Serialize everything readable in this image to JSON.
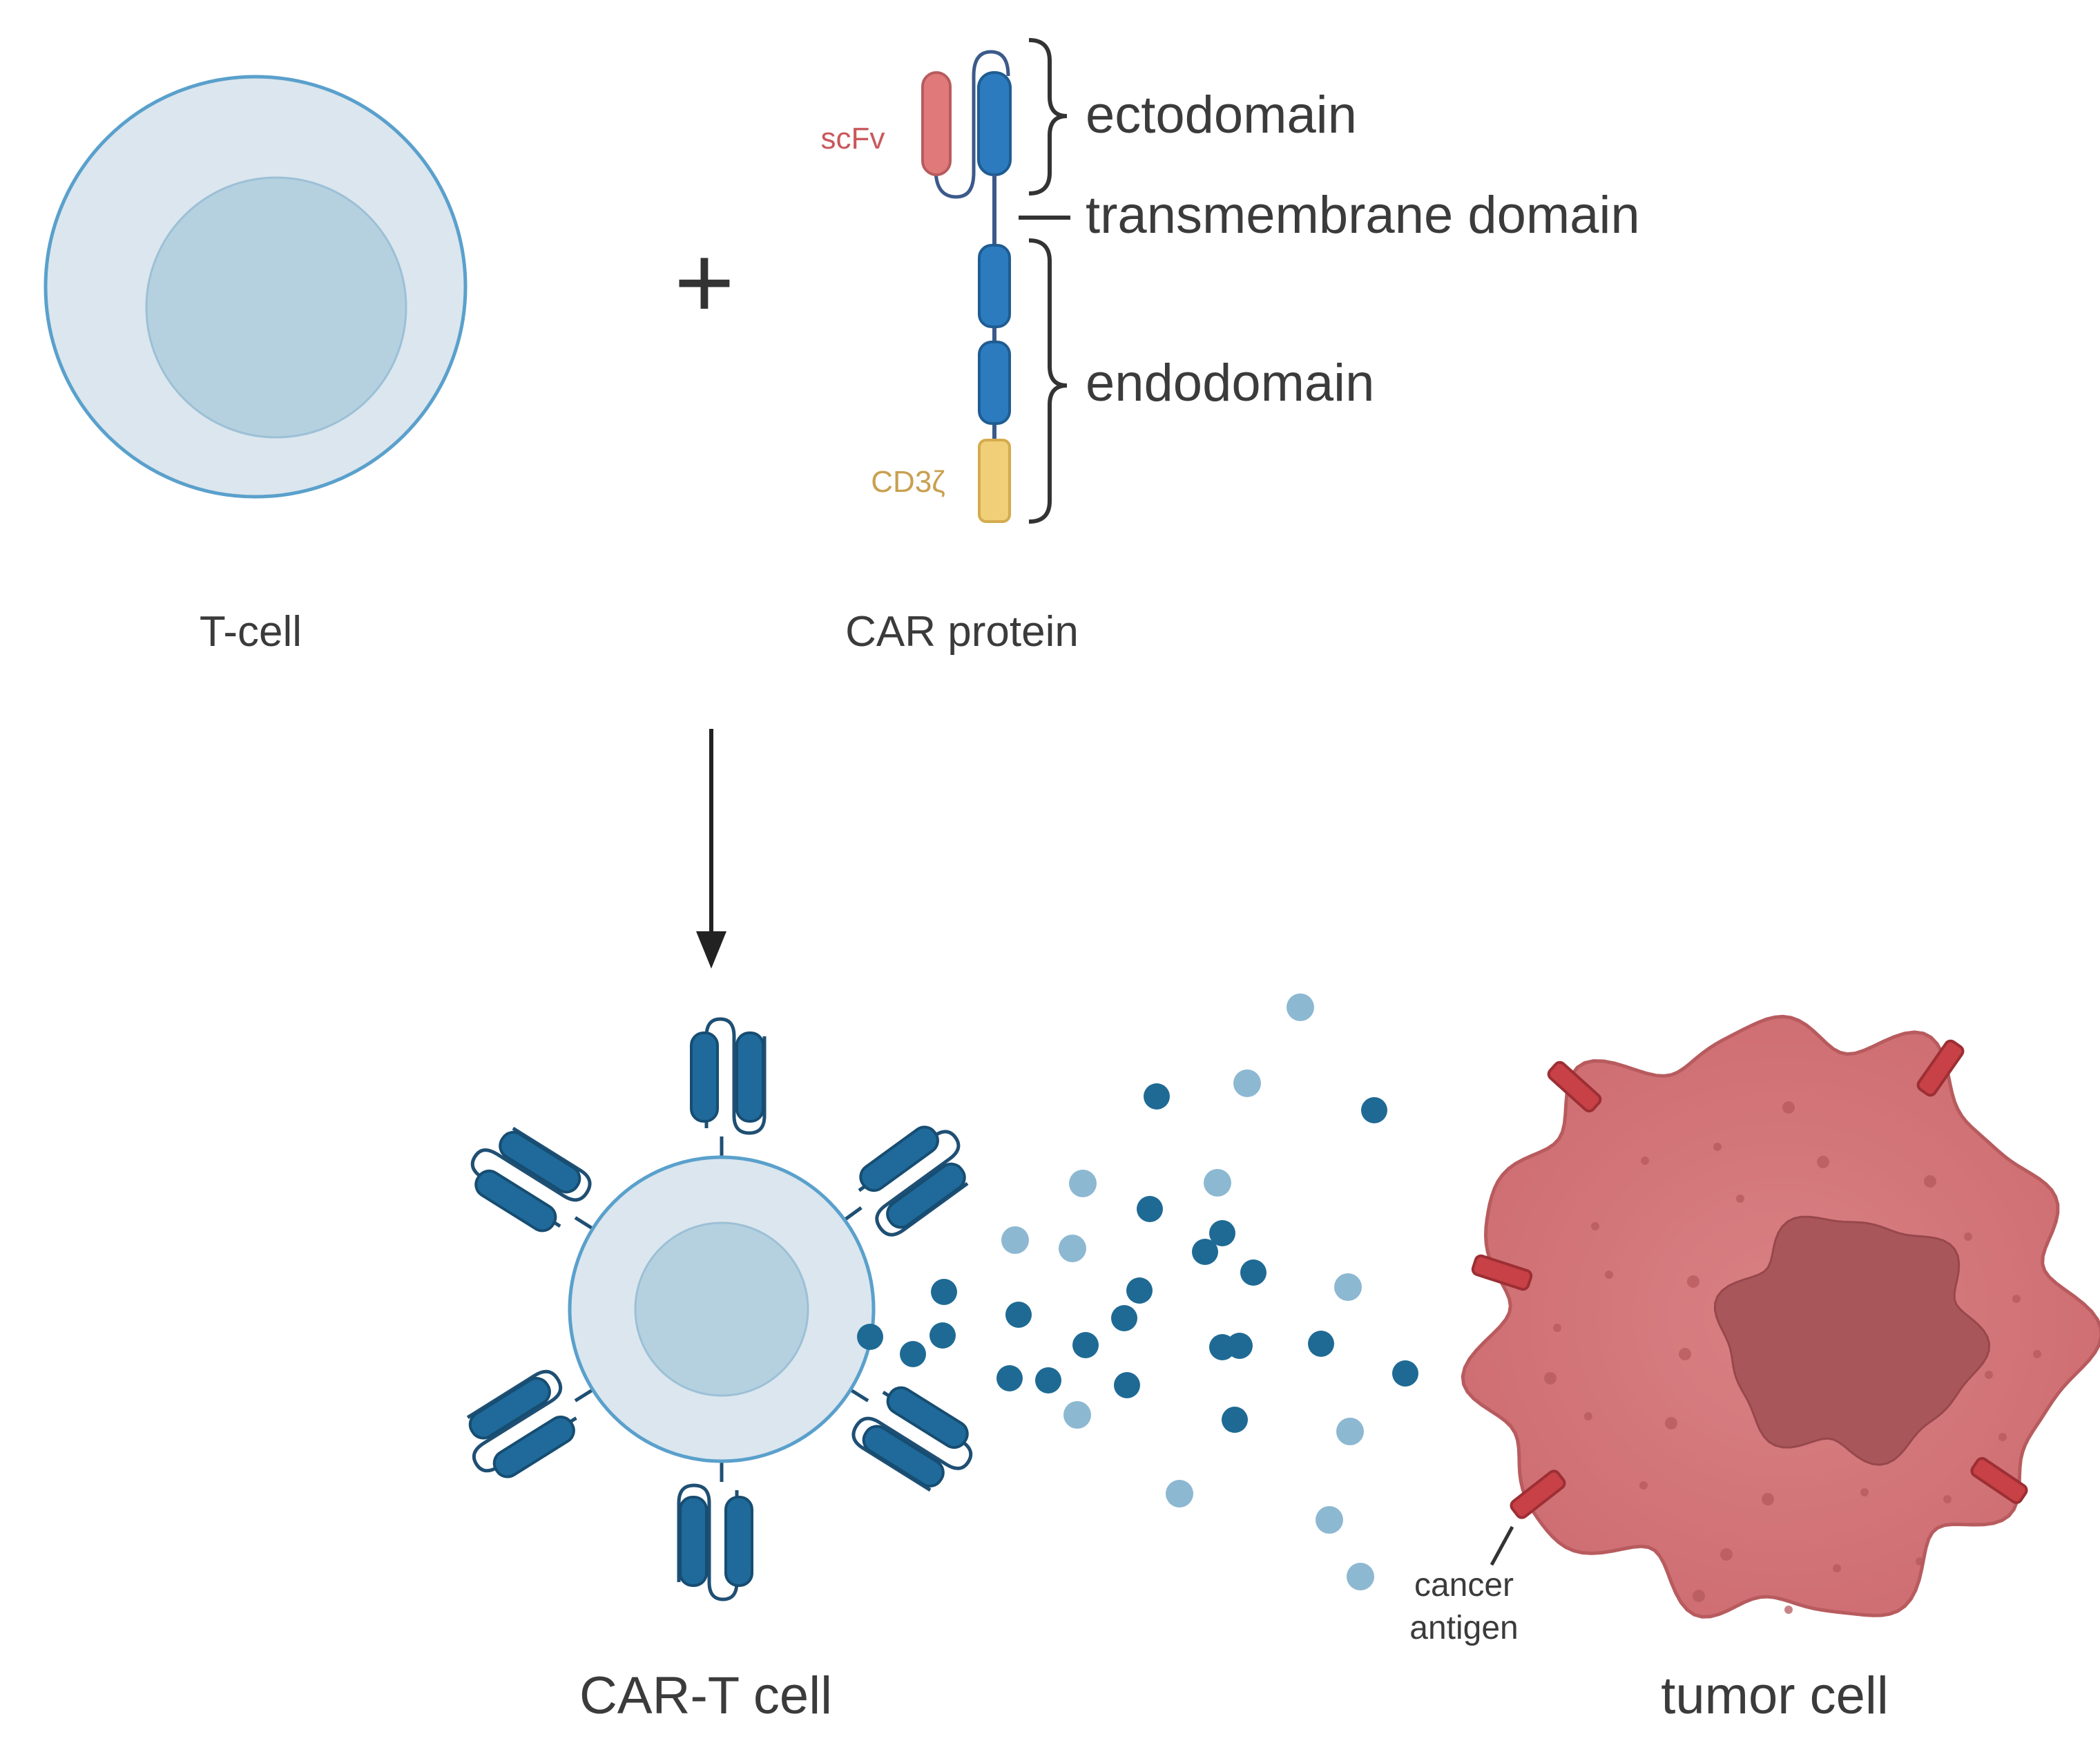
{
  "labels": {
    "tcell": "T-cell",
    "car_protein": "CAR protein",
    "scfv": "scFv",
    "cd3z": "CD3ζ",
    "ectodomain": "ectodomain",
    "transmembrane": "transmembrane domain",
    "endodomain": "endodomain",
    "cart_cell": "CAR-T cell",
    "tumor_cell": "tumor cell",
    "cancer": "cancer",
    "antigen": "antigen"
  },
  "symbols": {
    "plus": "+"
  },
  "colors": {
    "cell_outer": "#dbe6ee",
    "cell_border": "#5aa0cc",
    "cell_nucleus": "#b5d1e0",
    "receptor": "#1f6a9a",
    "receptor_light": "#2c7bbf",
    "scfv": "#e07a7a",
    "cd3z": "#f0cf78",
    "cytokine_dark": "#1e6a94",
    "cytokine_light": "#8cb8d2",
    "tumor": "#d7787a",
    "tumor_border": "#b85b5e",
    "tumor_nucleus": "#a9565a",
    "antigen": "#c84146"
  }
}
